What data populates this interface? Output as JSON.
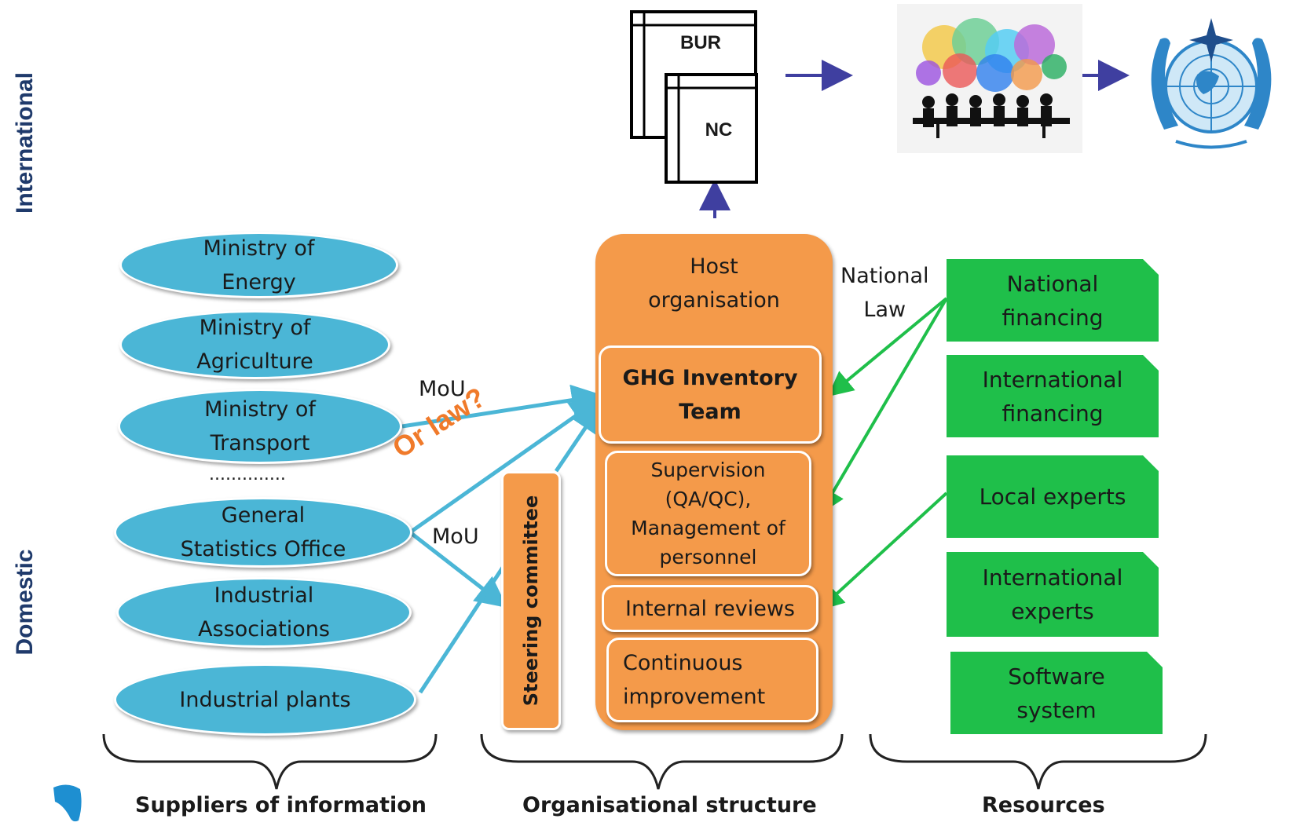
{
  "side_labels": {
    "international": "International",
    "domestic": "Domestic"
  },
  "documents": {
    "bur": "BUR",
    "nc": "NC"
  },
  "suppliers": [
    {
      "line1": "Ministry of",
      "line2": "Energy"
    },
    {
      "line1": "Ministry of",
      "line2": "Agriculture"
    },
    {
      "line1": "Ministry of",
      "line2": "Transport"
    },
    {
      "line1": "General",
      "line2": "Statistics Office"
    },
    {
      "line1": "Industrial",
      "line2": "Associations"
    },
    {
      "line1": "Industrial plants",
      "line2": ""
    }
  ],
  "dots": "..............",
  "connectors": {
    "mou_top": "MoU",
    "mou_bottom": "MoU",
    "or_law": "Or law?",
    "national_law_1": "National",
    "national_law_2": "Law"
  },
  "organisation": {
    "host_1": "Host",
    "host_2": "organisation",
    "ghg_1": "GHG Inventory",
    "ghg_2": "Team",
    "supervision": [
      "Supervision",
      "(QA/QC),",
      "Management of",
      "personnel"
    ],
    "internal_reviews": "Internal reviews",
    "continuous_1": "Continuous",
    "continuous_2": "improvement",
    "steering": "Steering committee"
  },
  "resources": [
    {
      "line1": "National",
      "line2": "financing"
    },
    {
      "line1": "International",
      "line2": "financing"
    },
    {
      "line1": "Local experts",
      "line2": ""
    },
    {
      "line1": "International",
      "line2": "experts"
    },
    {
      "line1": "Software",
      "line2": "system"
    }
  ],
  "bottom_labels": {
    "suppliers": "Suppliers of information",
    "organisation": "Organisational structure",
    "resources": "Resources"
  },
  "colors": {
    "ellipse": "#4bb6d6",
    "orange": "#f49a4a",
    "green": "#1fbf4a",
    "blue_arrow": "#3f3fa0",
    "or_law": "#f07a2a"
  }
}
